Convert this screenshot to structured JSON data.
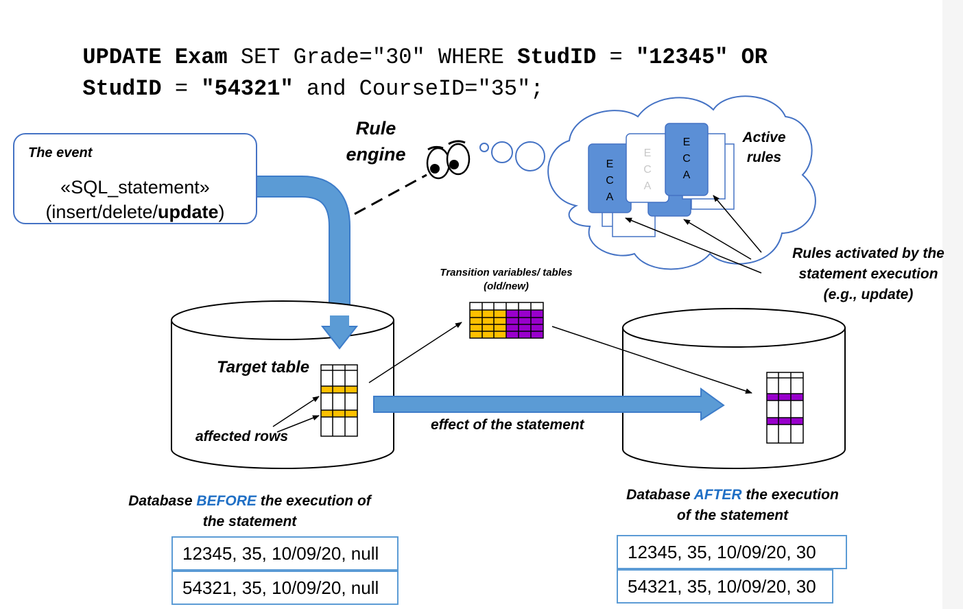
{
  "sql": {
    "line1": [
      {
        "text": "UPDATE Exam",
        "bold": true
      },
      {
        "text": " SET Grade=\"30\" WHERE ",
        "bold": false
      },
      {
        "text": "StudID",
        "bold": true
      },
      {
        "text": " = ",
        "bold": false
      },
      {
        "text": "\"12345\" OR",
        "bold": true
      }
    ],
    "line2": [
      {
        "text": "StudID",
        "bold": true
      },
      {
        "text": " = ",
        "bold": false
      },
      {
        "text": "\"54321\"",
        "bold": true
      },
      {
        "text": " and CourseID=\"35\";",
        "bold": false
      }
    ]
  },
  "event": {
    "title": "The event",
    "statement": "«SQL_statement»",
    "ops_prefix": "(insert/delete/",
    "ops_bold": "update",
    "ops_suffix": ")"
  },
  "rule_engine": {
    "line1": "Rule",
    "line2": "engine"
  },
  "active_rules": {
    "line1": "Active",
    "line2": "rules"
  },
  "eca_letters": [
    "E",
    "C",
    "A"
  ],
  "rules_activated": {
    "line1": "Rules activated by the",
    "line2": "statement execution",
    "line3": "(e.g., update)"
  },
  "transition": {
    "line1": "Transition variables/ tables",
    "line2": "(old/new)"
  },
  "target_table": "Target table",
  "affected_rows": "affected rows",
  "effect": "effect of the statement",
  "before": {
    "prefix": "Database ",
    "highlight": "BEFORE",
    "suffix": " the execution of",
    "line2": "the statement",
    "rows": [
      "12345, 35, 10/09/20, null",
      "54321, 35, 10/09/20, null"
    ]
  },
  "after": {
    "prefix": "Database ",
    "highlight": "AFTER",
    "suffix": " the execution",
    "line2": "of the statement",
    "rows": [
      "12345, 35, 10/09/20, 30",
      "54321, 35, 10/09/20, 30"
    ]
  },
  "colors": {
    "arrow_blue": "#5b9bd5",
    "box_blue": "#4472c4",
    "eca_fill": "#5b8fd6",
    "old_rows": "#ffc000",
    "new_rows": "#9900cc",
    "highlight_text": "#1f6fc5"
  }
}
